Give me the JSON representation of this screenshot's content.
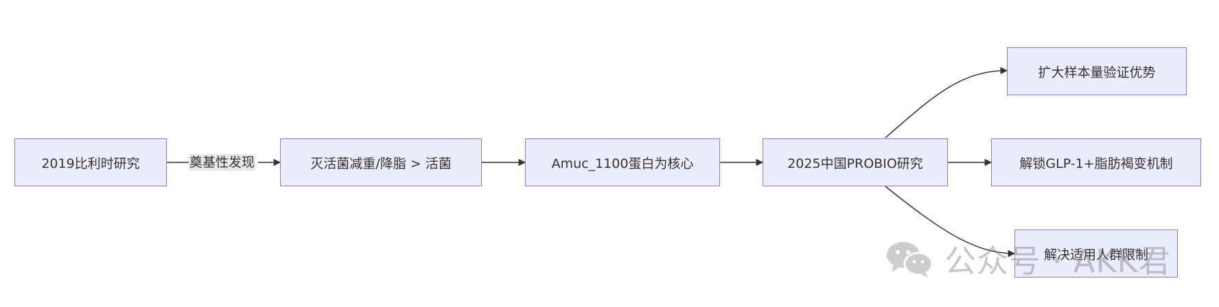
{
  "diagram": {
    "nodes": {
      "study2019": "2019比利时研究",
      "inactivated": "灭活菌减重/降脂 > 活菌",
      "amuc": "Amuc_1100蛋白为核心",
      "probio2025": "2025中国PROBIO研究",
      "expand": "扩大样本量验证优势",
      "glp1": "解锁GLP-1+脂肪褐变机制",
      "population": "解决适用人群限制"
    },
    "edge_labels": {
      "study_to_inactivated": "奠基性发现"
    }
  },
  "watermark": {
    "text": "公众号 · AKK君",
    "icon": "wechat-icon"
  },
  "colors": {
    "node_fill": "#ECECFF",
    "node_border": "#9370DB",
    "edge": "#333333",
    "edge_label_bg": "#e8e8e8"
  }
}
